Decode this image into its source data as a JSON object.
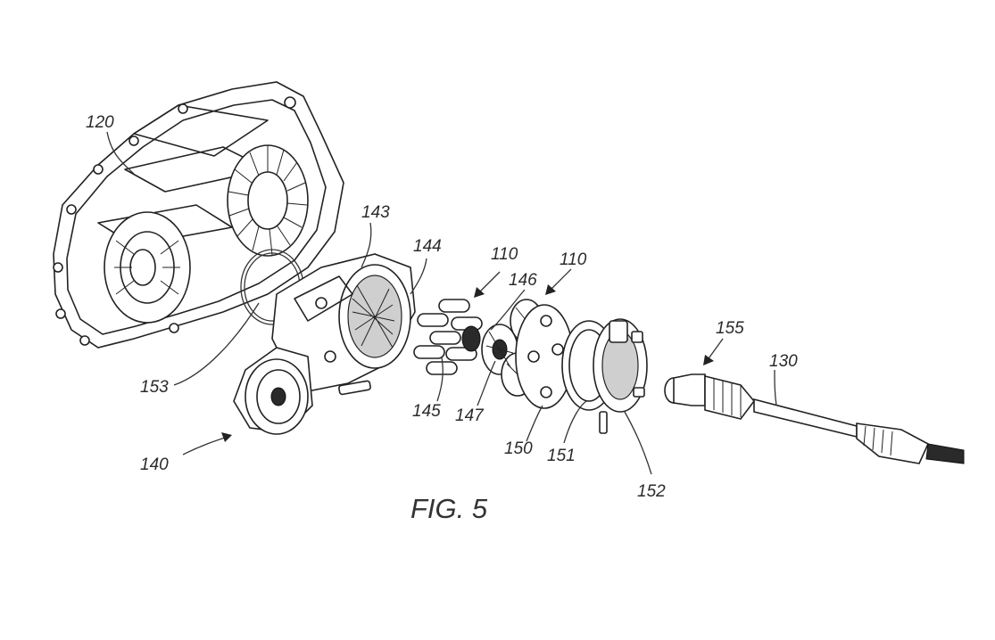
{
  "figure": {
    "caption": "FIG. 5",
    "labels": {
      "l120": "120",
      "l143": "143",
      "l144": "144",
      "l110a": "110",
      "l110b": "110",
      "l146": "146",
      "l155": "155",
      "l130": "130",
      "l153": "153",
      "l145": "145",
      "l147": "147",
      "l150": "150",
      "l151": "151",
      "l152": "152",
      "l140": "140"
    }
  }
}
